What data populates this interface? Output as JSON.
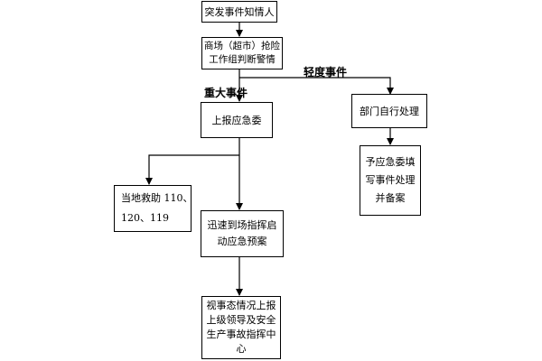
{
  "nodes": {
    "report": [
      "突发事件知情人"
    ],
    "mall_team": [
      "商场（超市）抢险",
      "工作组判断警情"
    ],
    "emergency_committee": [
      "上报应急委"
    ],
    "dept_self": [
      "部门自行处理"
    ],
    "dept_report": [
      "予应急委填",
      "写事件处理",
      "并备案"
    ],
    "local_rescue": [
      "当地救助 110、",
      "120、119"
    ],
    "dispatch": [
      "迅速到场指挥启",
      "动应急预案"
    ],
    "escalate": [
      "视事态情况上报",
      "上级领导及安全",
      "生产事故指挥中",
      "心"
    ]
  },
  "labels": {
    "major": "重大事件",
    "minor": "轻度事件"
  }
}
